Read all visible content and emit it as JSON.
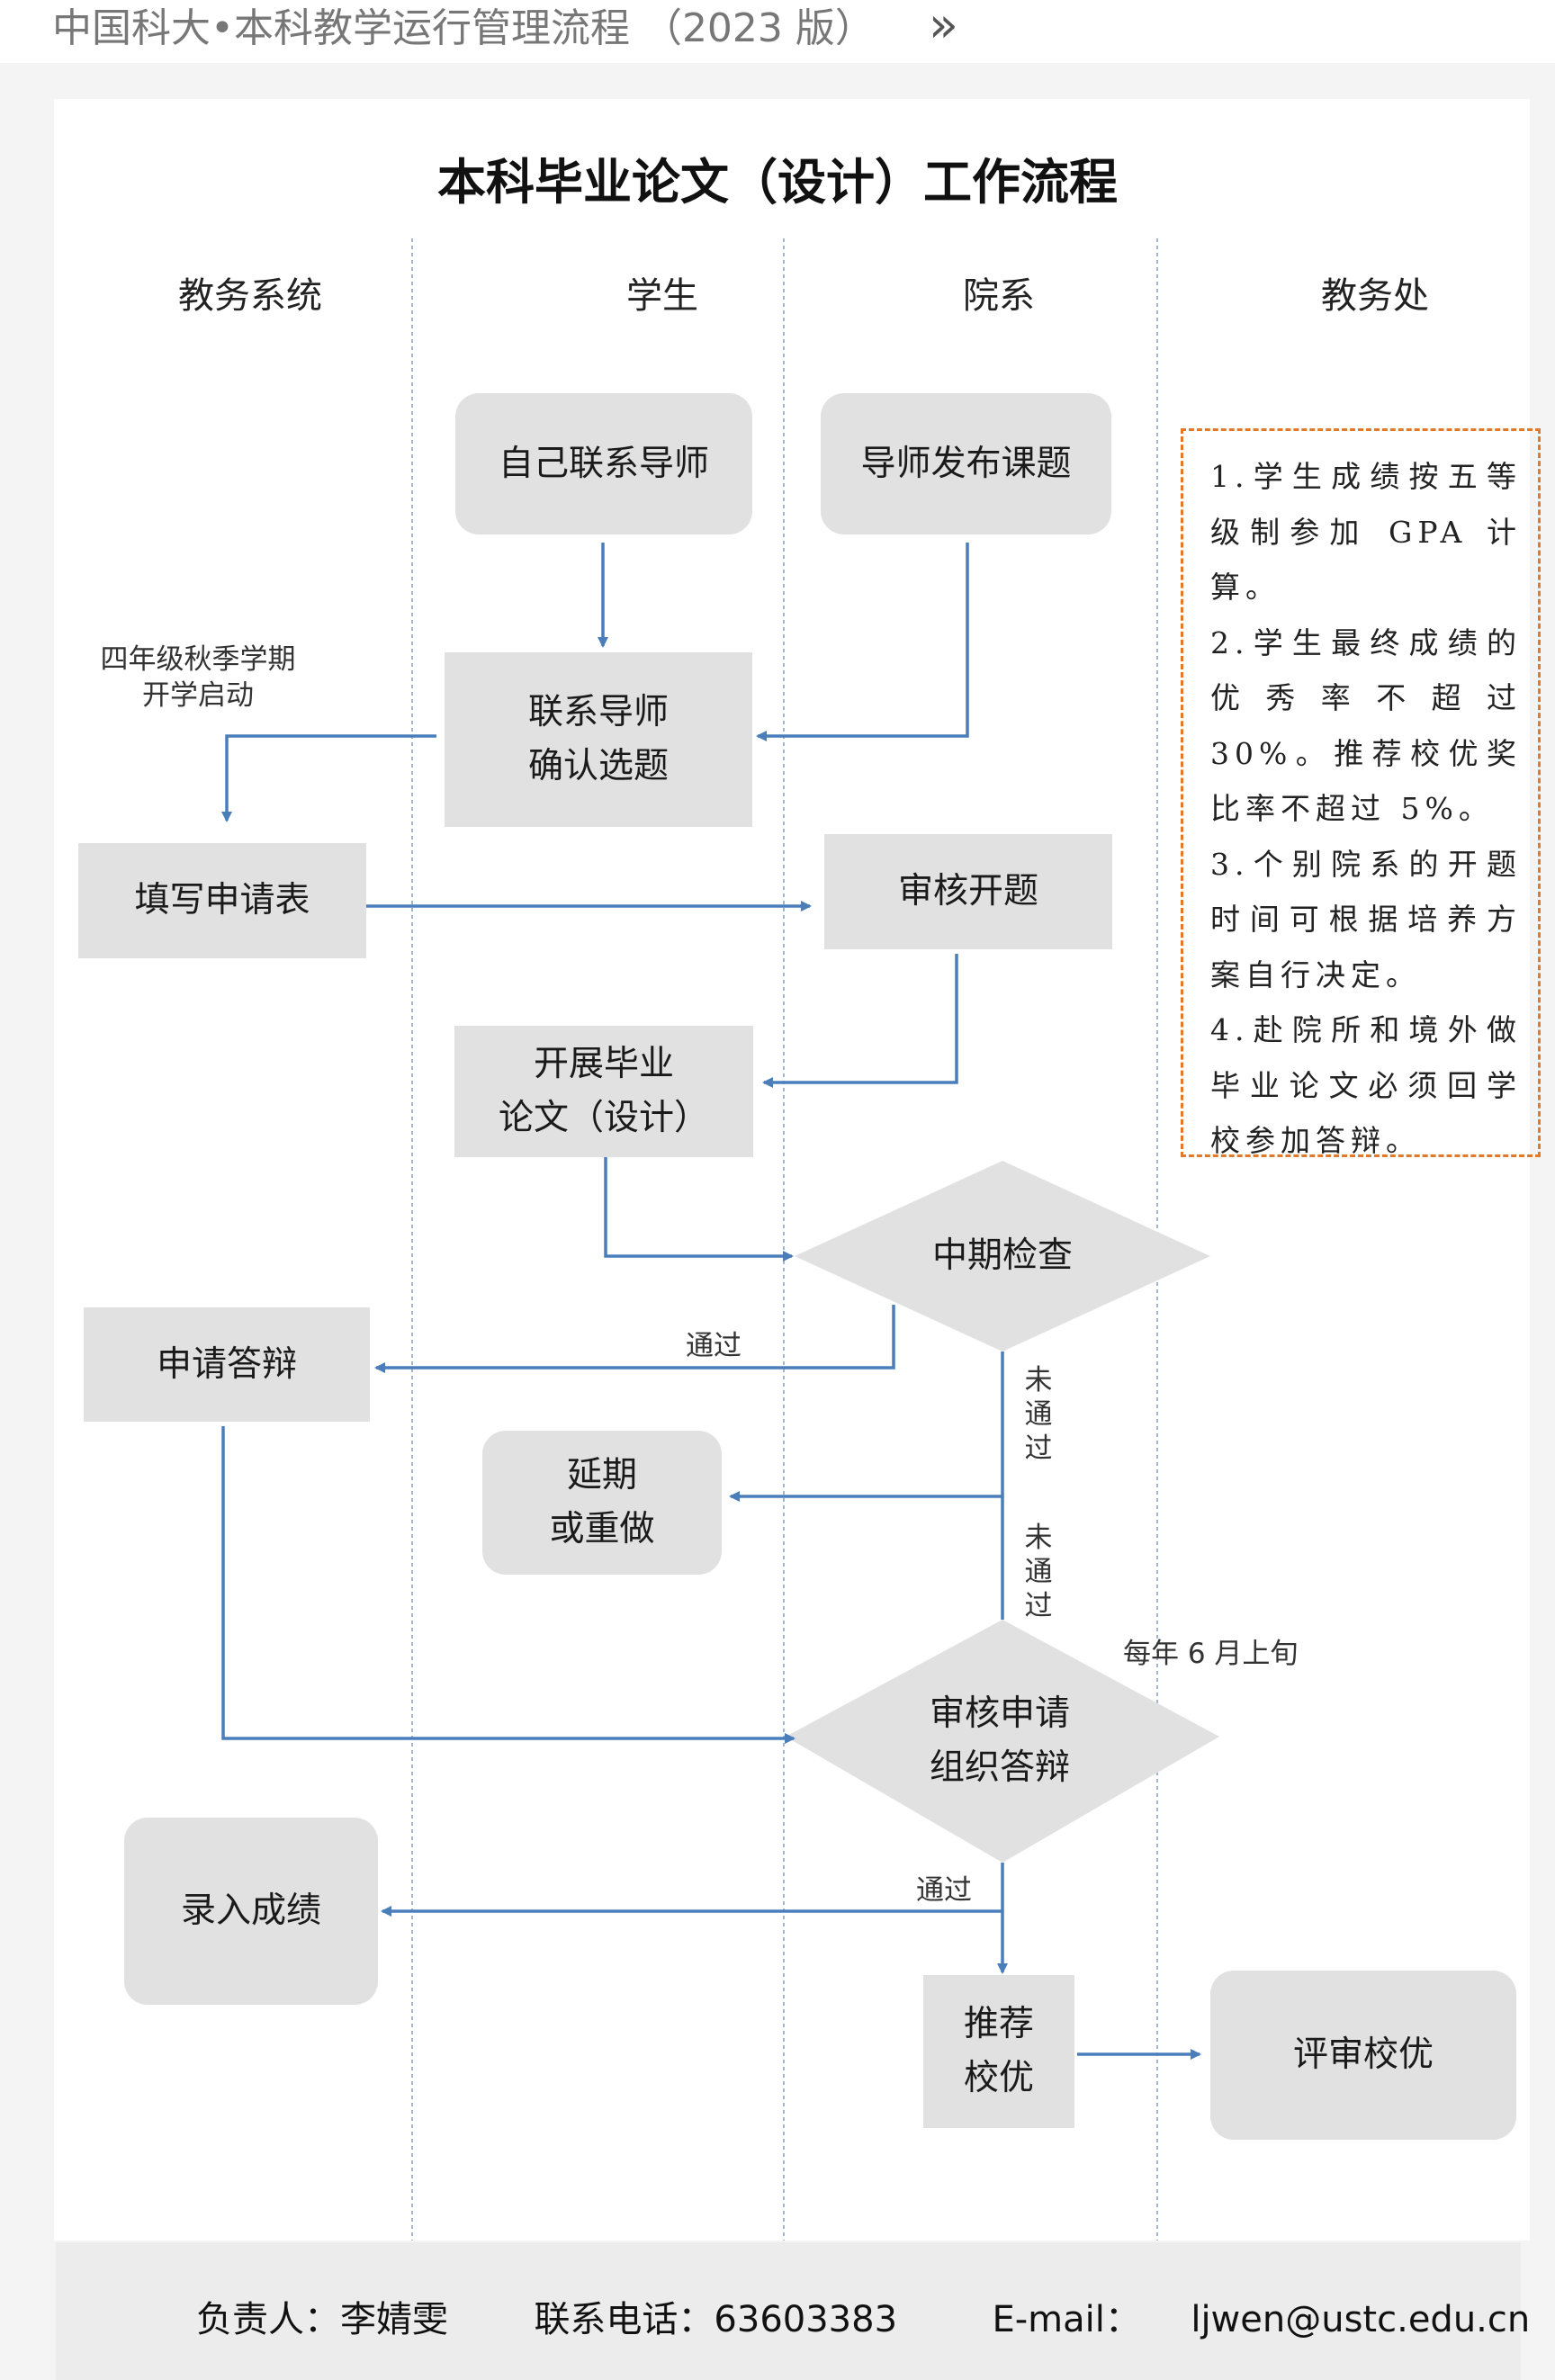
{
  "header": {
    "title": "中国科大•本科教学运行管理流程 （2023 版）",
    "chevron": "»"
  },
  "diagram": {
    "title": "本科毕业论文（设计）工作流程",
    "lanes": [
      "教务系统",
      "学生",
      "院系",
      "教务处"
    ],
    "nodes": {
      "self_contact": "自己联系导师",
      "advisor_topics": "导师发布课题",
      "confirm_topic": "联系导师\n确认选题",
      "fill_form": "填写申请表",
      "review_proposal": "审核开题",
      "conduct_thesis": "开展毕业\n论文（设计）",
      "midterm_check": "中期检查",
      "apply_defense": "申请答辩",
      "postpone": "延期\n或重做",
      "review_defense": "审核申请\n组织答辩",
      "enter_grades": "录入成绩",
      "recommend": "推荐\n校优",
      "evaluate": "评审校优"
    },
    "labels": {
      "start_note": "四年级秋季学期\n开学启动",
      "pass_1": "通过",
      "fail_1": "未\n通\n过",
      "fail_2": "未\n通\n过",
      "june": "每年 6 月上旬",
      "pass_2": "通过"
    },
    "notes": [
      "1.学生成绩按五等级制参加 GPA 计算。",
      "2.学生最终成绩的优秀率不超过 30%。推荐校优奖比率不超过 5%。",
      "3.个别院系的开题时间可根据培养方案自行决定。",
      "4.赴院所和境外做毕业论文必须回学校参加答辩。"
    ],
    "colors": {
      "arrow": "#4a7ebb",
      "box": "#e1e1e1",
      "note_border": "#e07a2a",
      "lane_divider": "#9db7d8"
    }
  },
  "footer": {
    "contact_label": "负责人：李婧雯",
    "phone_label": "联系电话：63603383",
    "email_label": "E-mail：",
    "email": "ljwen@ustc.edu.cn"
  }
}
